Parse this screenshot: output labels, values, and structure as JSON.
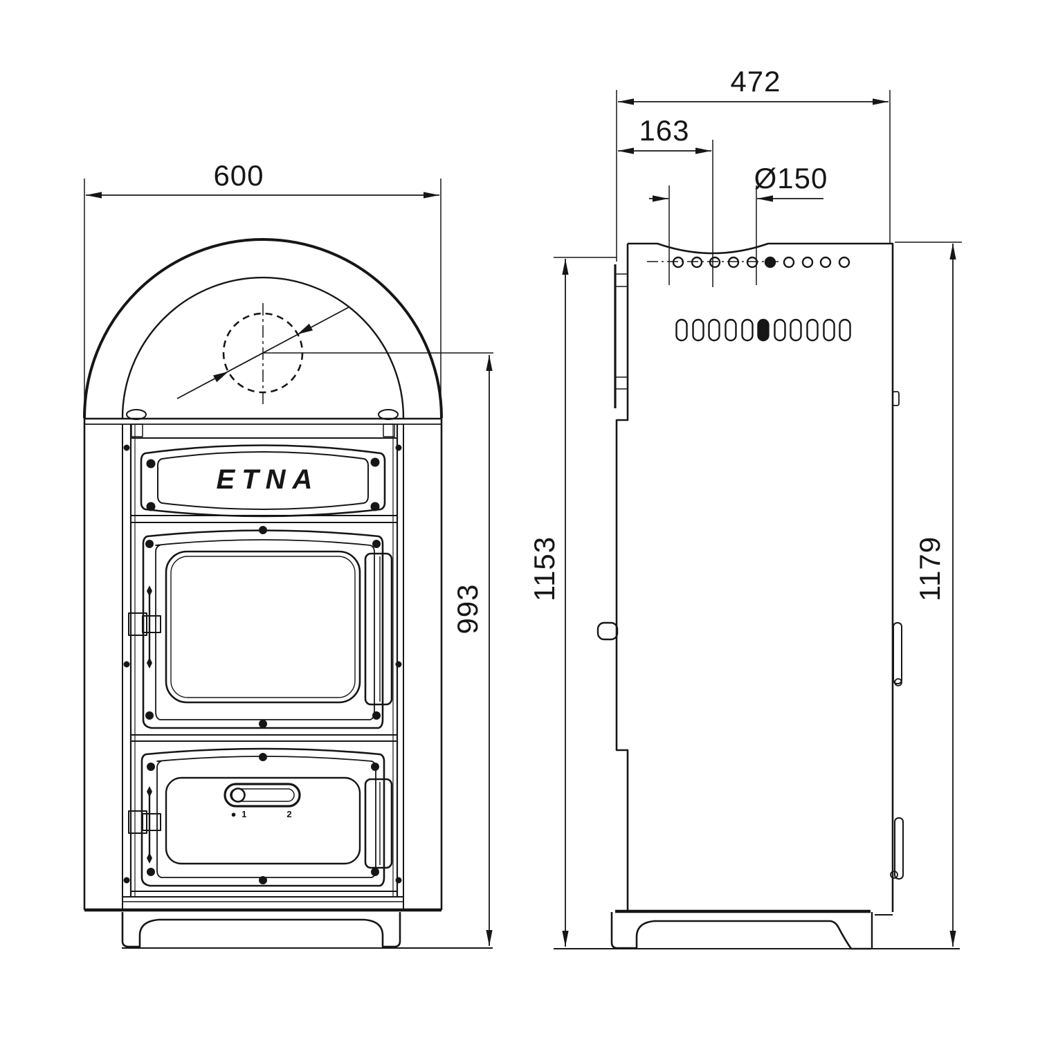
{
  "drawing": {
    "brand": "ETNA",
    "front": {
      "width": "600",
      "flue_center_height": "993",
      "air_mark_left": "● 1",
      "air_mark_right": "2"
    },
    "side": {
      "depth": "472",
      "flue_offset": "163",
      "flue_diameter": "Ø150",
      "recess_height": "1153",
      "total_height": "1179"
    }
  },
  "colors": {
    "line": "#161616",
    "paper": "#ffffff"
  }
}
